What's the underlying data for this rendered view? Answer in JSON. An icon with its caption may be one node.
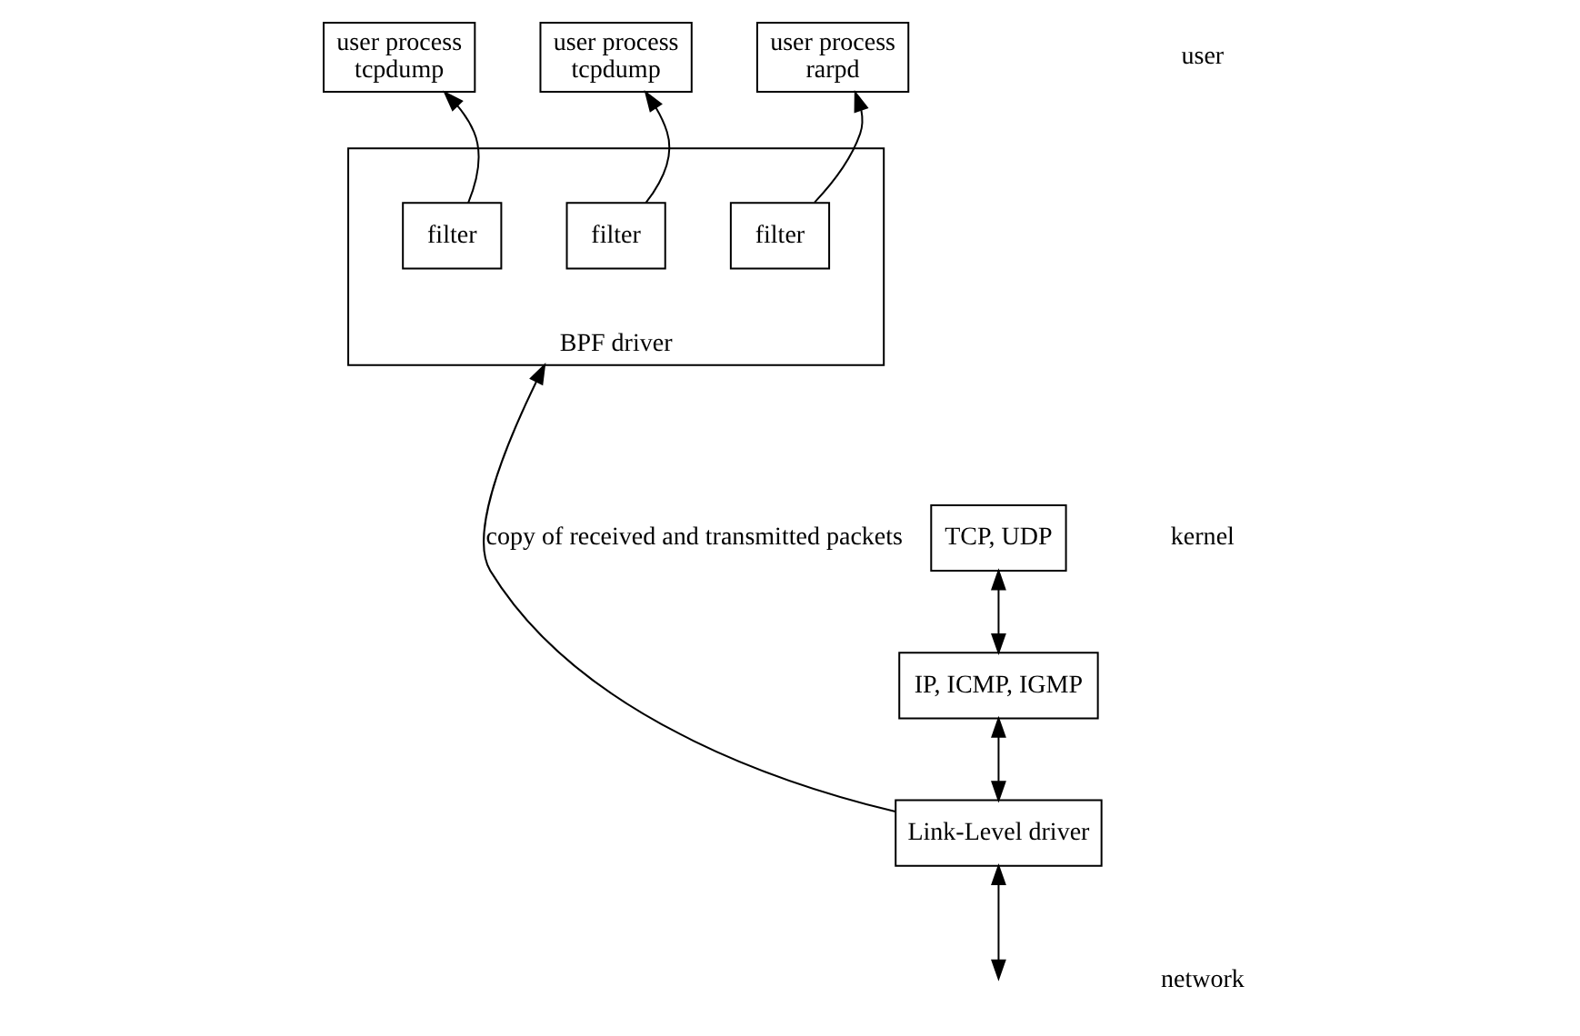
{
  "diagram": {
    "nodes": [
      {
        "text": [
          "user process",
          "tcpdump"
        ]
      },
      {
        "text": [
          "user process",
          "tcpdump"
        ]
      },
      {
        "text": [
          "user process",
          "rarpd"
        ]
      },
      {
        "text": [
          "TCP, UDP"
        ]
      },
      {
        "text": [
          "IP, ICMP, IGMP"
        ]
      },
      {
        "text": [
          "BPF driver"
        ]
      },
      {
        "text": [
          "filter"
        ],
        "in": 5
      },
      {
        "text": [
          "filter"
        ],
        "in": 5
      },
      {
        "text": [
          "filter"
        ],
        "in": 5
      },
      {
        "text": [
          "Link-Level driver"
        ]
      }
    ],
    "edges": [
      {
        "from": 6,
        "to": 0,
        "arrow": "to"
      },
      {
        "from": 7,
        "to": 1,
        "arrow": "to"
      },
      {
        "from": 8,
        "to": 2,
        "arrow": "to"
      },
      {
        "from": 3,
        "to": 4,
        "arrow": "both"
      },
      {
        "from": 4,
        "to": 9,
        "arrow": "both"
      },
      {
        "from": 9,
        "to": 5,
        "arrow": "to",
        "label": "copy of received and transmitted packets"
      },
      {
        "from": 9,
        "to": null,
        "arrow": "both"
      }
    ],
    "labels": [
      "user",
      "kernel",
      "network"
    ]
  }
}
